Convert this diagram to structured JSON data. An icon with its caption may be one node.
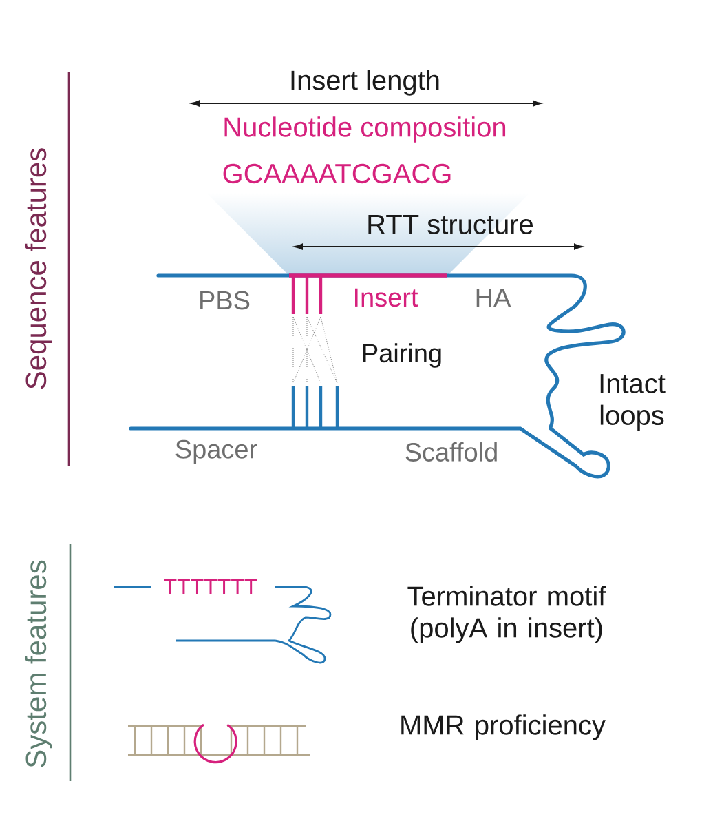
{
  "diagram": {
    "labels": [
      "Sequence features",
      "Insert length",
      "Nucleotide composition",
      "GCAAAATCGACG",
      "RTT structure",
      "PBS",
      "Insert",
      "HA",
      "Pairing",
      "Intact loops",
      "Spacer",
      "Scaffold",
      "System features",
      "TTTTTTT",
      "Terminator motif (polyA in insert)",
      "MMR proficiency"
    ]
  }
}
